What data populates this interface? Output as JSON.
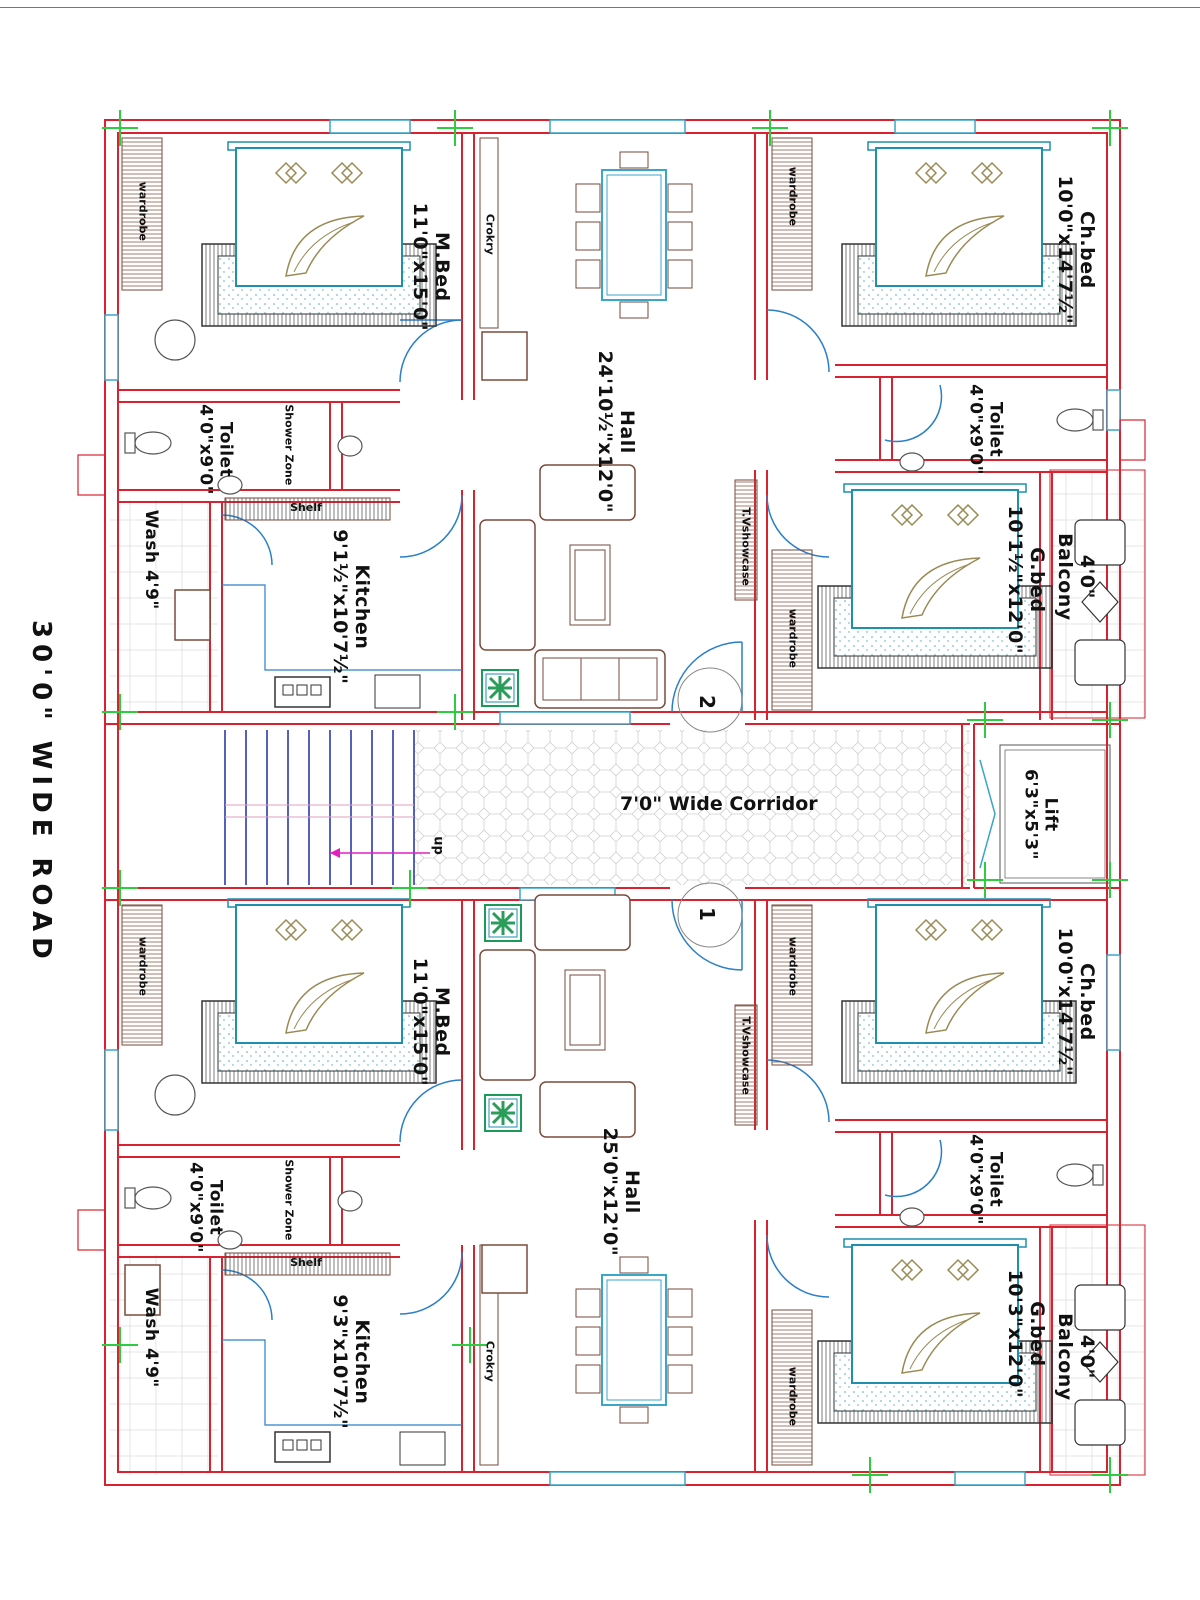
{
  "road": "30'0\"  WIDE  ROAD",
  "corridor": "7'0\"  Wide Corridor",
  "stair_up": "up",
  "lift": {
    "name": "Lift",
    "size": "6'3\"x5'3\""
  },
  "flats": [
    {
      "number": "2",
      "m_bed": {
        "name": "M.Bed",
        "size": "11'0\"x15'0\""
      },
      "ch_bed": {
        "name": "Ch.bed",
        "size": "10'0\"x14'7½\""
      },
      "g_bed": {
        "name": "G.bed",
        "size": "10'1½\"x12'0\""
      },
      "balcony": {
        "name": "Balcony",
        "size": "4'0\""
      },
      "hall": {
        "name": "Hall",
        "size": "24'10½\"x12'0\""
      },
      "kitchen": {
        "name": "Kitchen",
        "size": "9'1½\"x10'7½\""
      },
      "toilet_a": {
        "name": "Toilet",
        "size": "4'0\"x9'0\""
      },
      "toilet_b": {
        "name": "Toilet",
        "size": "4'0\"x9'0\""
      },
      "wash": "Wash 4'9\"",
      "shelf": "Shelf",
      "shower": "Shower Zone",
      "crockery": "Crokry",
      "tv": "T.Vshowcase",
      "wardrobe": "wardrobe"
    },
    {
      "number": "1",
      "m_bed": {
        "name": "M.Bed",
        "size": "11'0\"x15'0\""
      },
      "ch_bed": {
        "name": "Ch.bed",
        "size": "10'0\"x14'7½\""
      },
      "g_bed": {
        "name": "G.bed",
        "size": "10'3\"x12'0\""
      },
      "balcony": {
        "name": "Balcony",
        "size": "4'0\""
      },
      "hall": {
        "name": "Hall",
        "size": "25'0\"x12'0\""
      },
      "kitchen": {
        "name": "Kitchen",
        "size": "9'3\"x10'7½\""
      },
      "toilet_a": {
        "name": "Toilet",
        "size": "4'0\"x9'0\""
      },
      "toilet_b": {
        "name": "Toilet",
        "size": "4'0\"x9'0\""
      },
      "wash": "Wash 4'9\"",
      "shelf": "Shelf",
      "shower": "Shower Zone",
      "crockery": "Crokry",
      "tv": "T.Vshowcase",
      "wardrobe": "wardrobe"
    }
  ],
  "colors": {
    "wall": "#d9212f",
    "glass": "#3aa6c8",
    "door": "#2a7fc9",
    "furniture": "#7a4a3c",
    "bed": "#1f8fb0",
    "grid": "#2ecc40",
    "stair": "#1c2fa8",
    "arrow": "#e020c0",
    "tile": "#c8c8c8"
  }
}
